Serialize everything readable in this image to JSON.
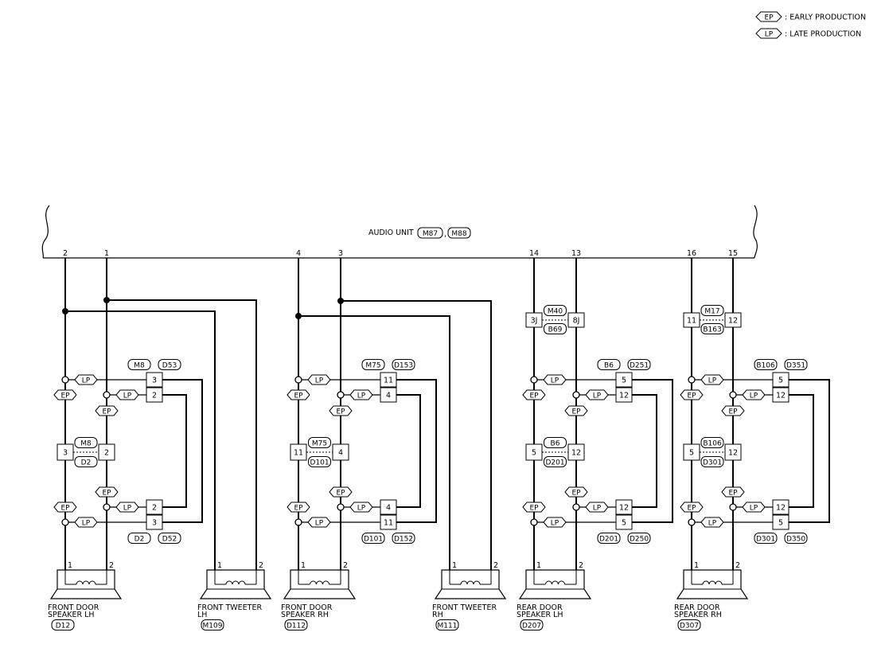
{
  "legend": [
    {
      "code": "EP",
      "text": ": EARLY PRODUCTION"
    },
    {
      "code": "LP",
      "text": ": LATE PRODUCTION"
    }
  ],
  "audio_unit": {
    "label": "AUDIO UNIT",
    "connectors": [
      "M87",
      "M88"
    ],
    "separator": ","
  },
  "terminals": [
    "2",
    "1",
    "4",
    "3",
    "14",
    "13",
    "16",
    "15"
  ],
  "tags": {
    "ep": "EP",
    "lp": "LP"
  },
  "groups": [
    {
      "top_conn": [
        "M8",
        "D53"
      ],
      "top_pins": [
        "3",
        "2"
      ],
      "mid_conn": [
        "M8",
        "D2"
      ],
      "mid_pins": [
        "3",
        "2"
      ],
      "bot_pins": [
        "2",
        "3"
      ],
      "bot_conn": [
        "D2",
        "D52"
      ]
    },
    {
      "top_conn": [
        "M75",
        "D153"
      ],
      "top_pins": [
        "11",
        "4"
      ],
      "mid_conn": [
        "M75",
        "D101"
      ],
      "mid_pins": [
        "11",
        "4"
      ],
      "bot_pins": [
        "4",
        "11"
      ],
      "bot_conn": [
        "D101",
        "D152"
      ]
    },
    {
      "top_conn": [
        "B6",
        "D251"
      ],
      "top_pins": [
        "5",
        "12"
      ],
      "mid_conn": [
        "B6",
        "D201"
      ],
      "mid_pins": [
        "5",
        "12"
      ],
      "bot_pins": [
        "12",
        "5"
      ],
      "bot_conn": [
        "D201",
        "D250"
      ],
      "jc_conn": [
        "M40",
        "B69"
      ],
      "jc_pins": [
        "3J",
        "8J"
      ]
    },
    {
      "top_conn": [
        "B106",
        "D351"
      ],
      "top_pins": [
        "5",
        "12"
      ],
      "mid_conn": [
        "B106",
        "D301"
      ],
      "mid_pins": [
        "5",
        "12"
      ],
      "bot_pins": [
        "12",
        "5"
      ],
      "bot_conn": [
        "D301",
        "D350"
      ],
      "jc_conn": [
        "M17",
        "B163"
      ],
      "jc_pins": [
        "11",
        "12"
      ]
    }
  ],
  "speakers": [
    {
      "line1": "FRONT DOOR",
      "line2": "SPEAKER LH",
      "conn": "D12",
      "pin1": "1",
      "pin2": "2"
    },
    {
      "line1": "FRONT TWEETER",
      "line2": "LH",
      "conn": "M109",
      "pin1": "1",
      "pin2": "2"
    },
    {
      "line1": "FRONT DOOR",
      "line2": "SPEAKER RH",
      "conn": "D112",
      "pin1": "1",
      "pin2": "2"
    },
    {
      "line1": "FRONT TWEETER",
      "line2": "RH",
      "conn": "M111",
      "pin1": "1",
      "pin2": "2"
    },
    {
      "line1": "REAR DOOR",
      "line2": "SPEAKER LH",
      "conn": "D207",
      "pin1": "1",
      "pin2": "2"
    },
    {
      "line1": "REAR DOOR",
      "line2": "SPEAKER RH",
      "conn": "D307",
      "pin1": "1",
      "pin2": "2"
    }
  ]
}
